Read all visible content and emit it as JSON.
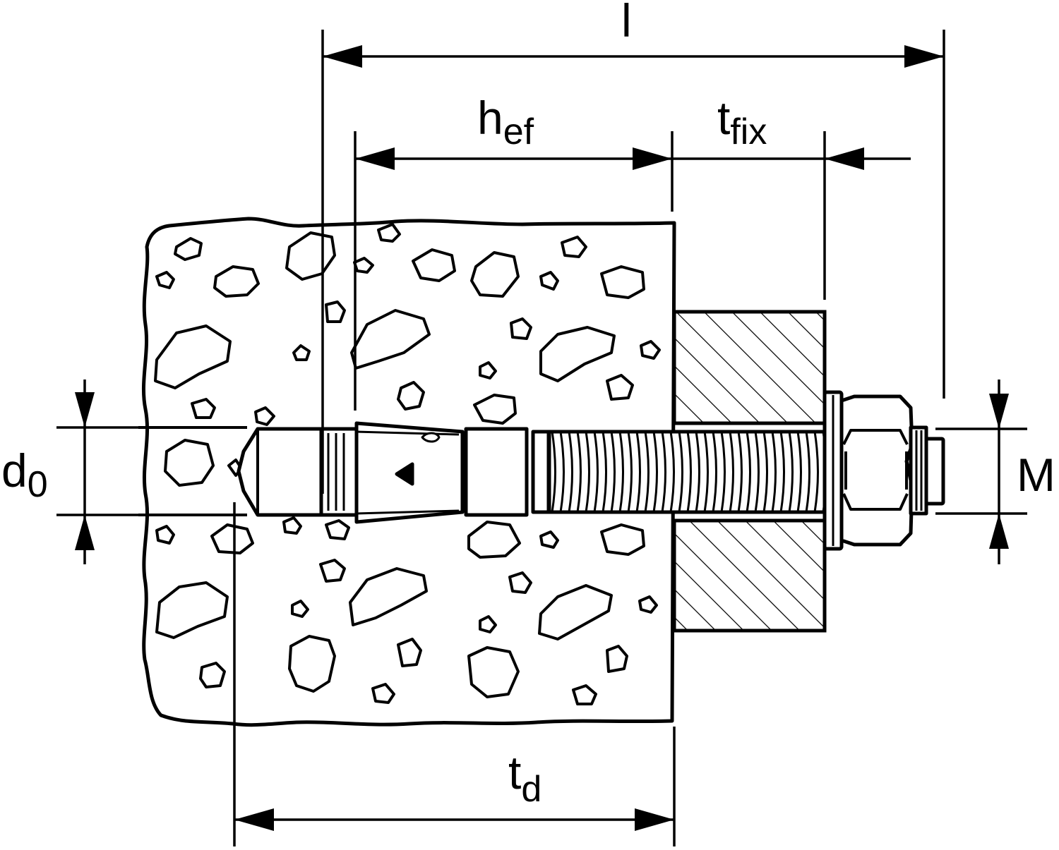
{
  "colors": {
    "ink": "#000000",
    "background": "#ffffff"
  },
  "labels": {
    "length": {
      "main": "l"
    },
    "embedment_depth": {
      "main": "h",
      "sub": "ef"
    },
    "fixture_thickness": {
      "main": "t",
      "sub": "fix"
    },
    "drill_hole_depth": {
      "main": "t",
      "sub": "d"
    },
    "drill_diameter": {
      "main": "d",
      "sub": "0"
    },
    "thread_size": {
      "main": "M"
    }
  }
}
